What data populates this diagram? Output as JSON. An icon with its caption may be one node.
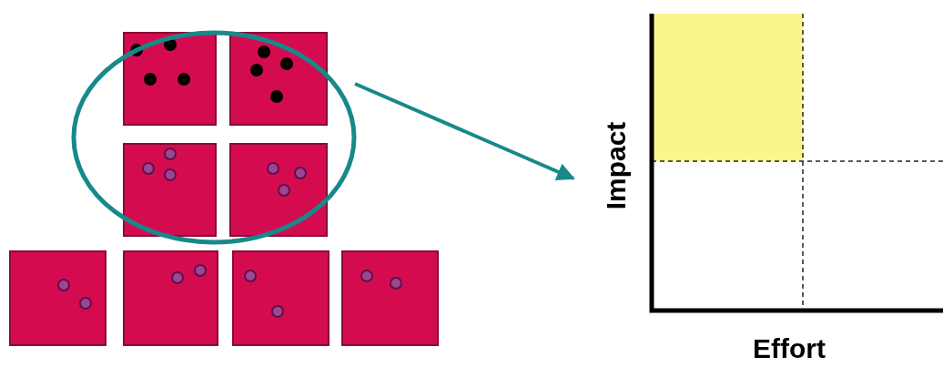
{
  "diagram": {
    "nodes": [
      {
        "text": [],
        "shape": "ellipse"
      },
      {
        "text": [
          "Impact",
          "Effort"
        ]
      }
    ],
    "edges": [
      {
        "from": 0,
        "to": 1,
        "arrow": "to",
        "color": "#17898a"
      }
    ]
  }
}
